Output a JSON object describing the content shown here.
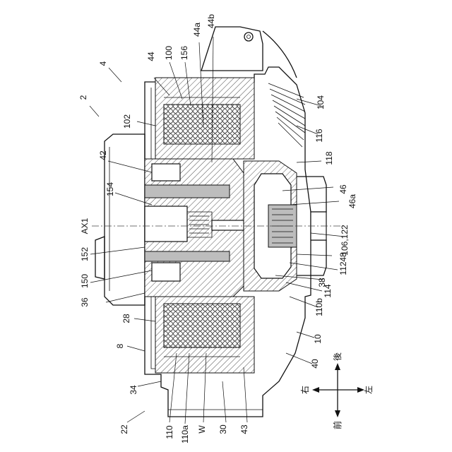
{
  "labels": {
    "l2": "2",
    "l4": "4",
    "l8": "8",
    "l10": "10",
    "l22": "22",
    "l28": "28",
    "l30": "30",
    "l34": "34",
    "l36": "36",
    "l38": "38",
    "l40": "40",
    "l42": "42",
    "l43": "43",
    "l44": "44",
    "l44a": "44a",
    "l44b": "44b",
    "l46": "46",
    "l46a": "46a",
    "l48": "48",
    "l100": "100",
    "l102": "102",
    "l104": "104",
    "l106": "106,122",
    "l110": "110",
    "l110a": "110a",
    "l110b": "110b",
    "l112": "112",
    "l114": "114",
    "l116": "116",
    "l118": "118",
    "l150": "150",
    "l152": "152",
    "l154": "154",
    "l156": "156",
    "lW": "W",
    "lAX1": "AX1"
  },
  "directions": {
    "right": "右",
    "left": "左",
    "front": "前",
    "rear": "後"
  }
}
